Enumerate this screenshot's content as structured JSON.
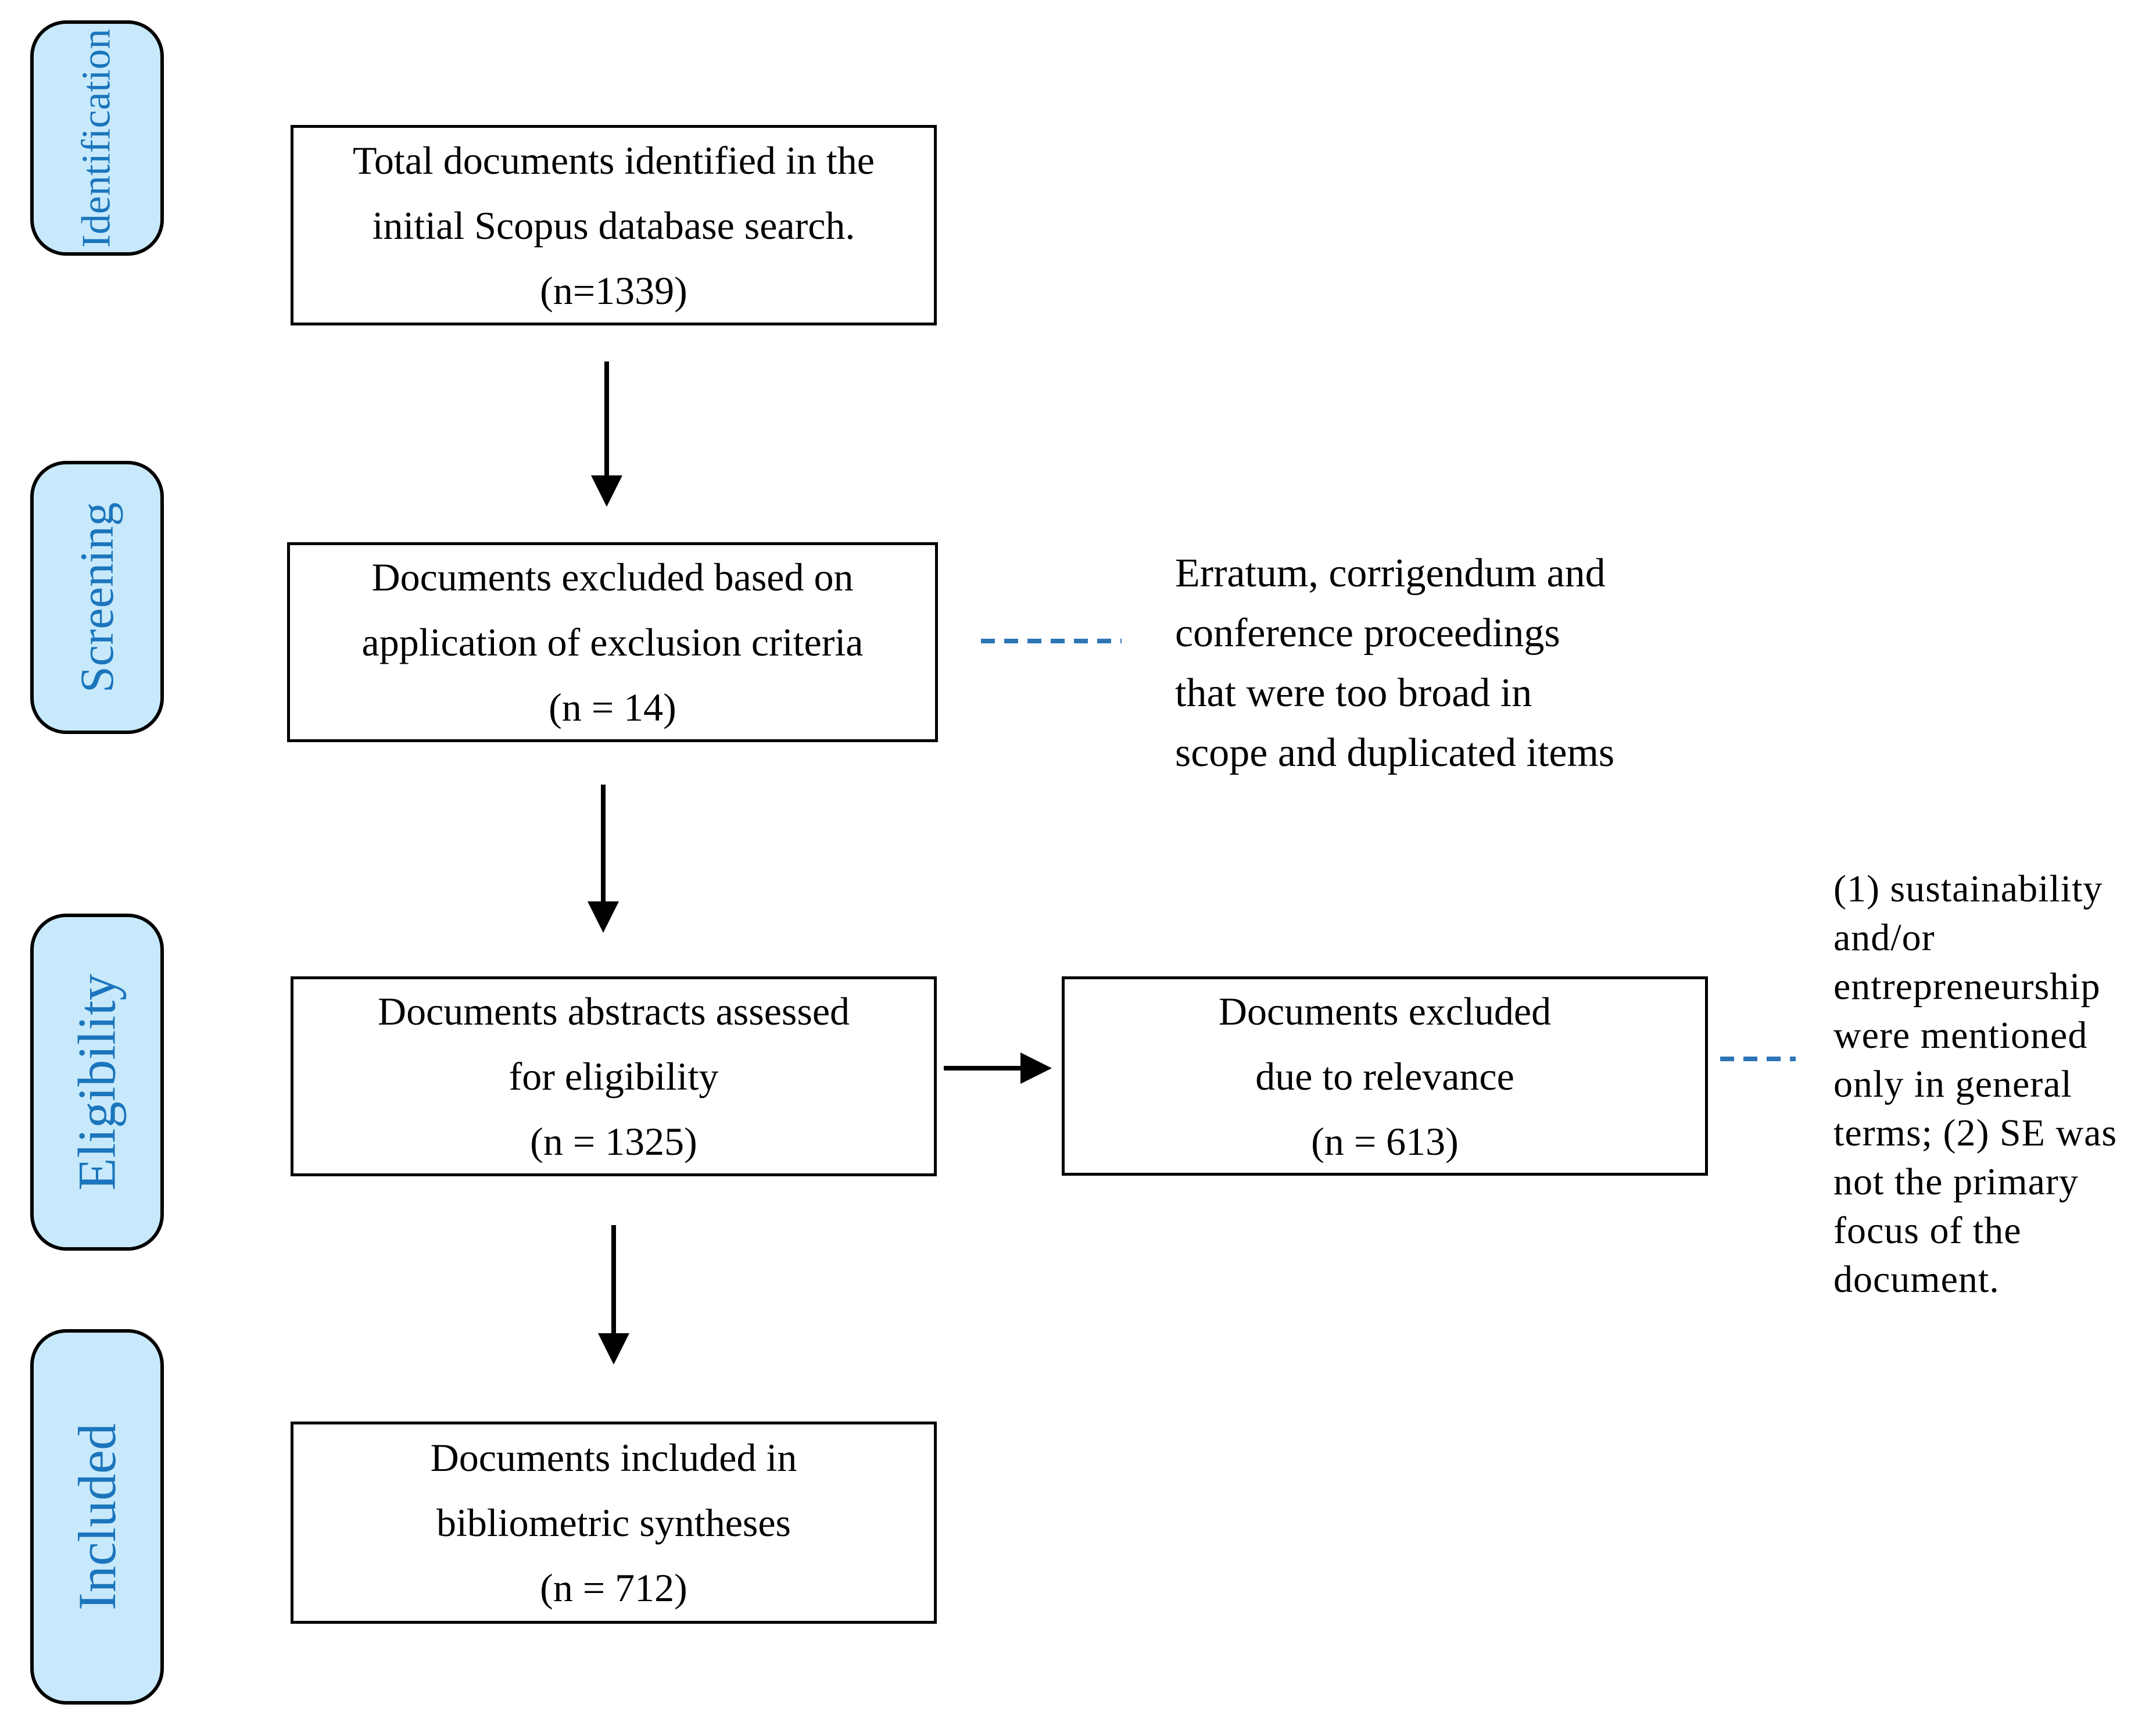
{
  "diagram": {
    "stages": [
      {
        "label": "Identification"
      },
      {
        "label": "Screening"
      },
      {
        "label": "Eligibility"
      },
      {
        "label": "Included"
      }
    ],
    "boxes": {
      "identified": {
        "lines": [
          "Total documents identified in the",
          "initial Scopus database search.",
          "(n=1339)"
        ]
      },
      "excluded_criteria": {
        "lines": [
          "Documents excluded based on",
          "application of exclusion criteria",
          "(n = 14)"
        ]
      },
      "assessed": {
        "lines": [
          "Documents abstracts assessed",
          "for eligibility",
          "(n = 1325)"
        ]
      },
      "excluded_relevance": {
        "lines": [
          "Documents excluded",
          "due to relevance",
          "(n = 613)"
        ]
      },
      "included": {
        "lines": [
          "Documents included in",
          "bibliometric syntheses",
          "(n = 712)"
        ]
      }
    },
    "annotations": {
      "exclusion_note": {
        "lines": [
          "Erratum, corrigendum and",
          "conference proceedings",
          "that were too broad in",
          "scope and duplicated items"
        ]
      },
      "relevance_note": {
        "lines": [
          "(1) sustainability",
          "and/or",
          "entrepreneurship",
          "were mentioned",
          "only in general",
          "terms; (2) SE was",
          "not the primary",
          "focus of the",
          "document."
        ]
      }
    },
    "colors": {
      "stage_fill": "#C7E9FB",
      "stage_text": "#1B75BC",
      "connector_dash": "#2E75B6",
      "box_border": "#000000"
    }
  }
}
